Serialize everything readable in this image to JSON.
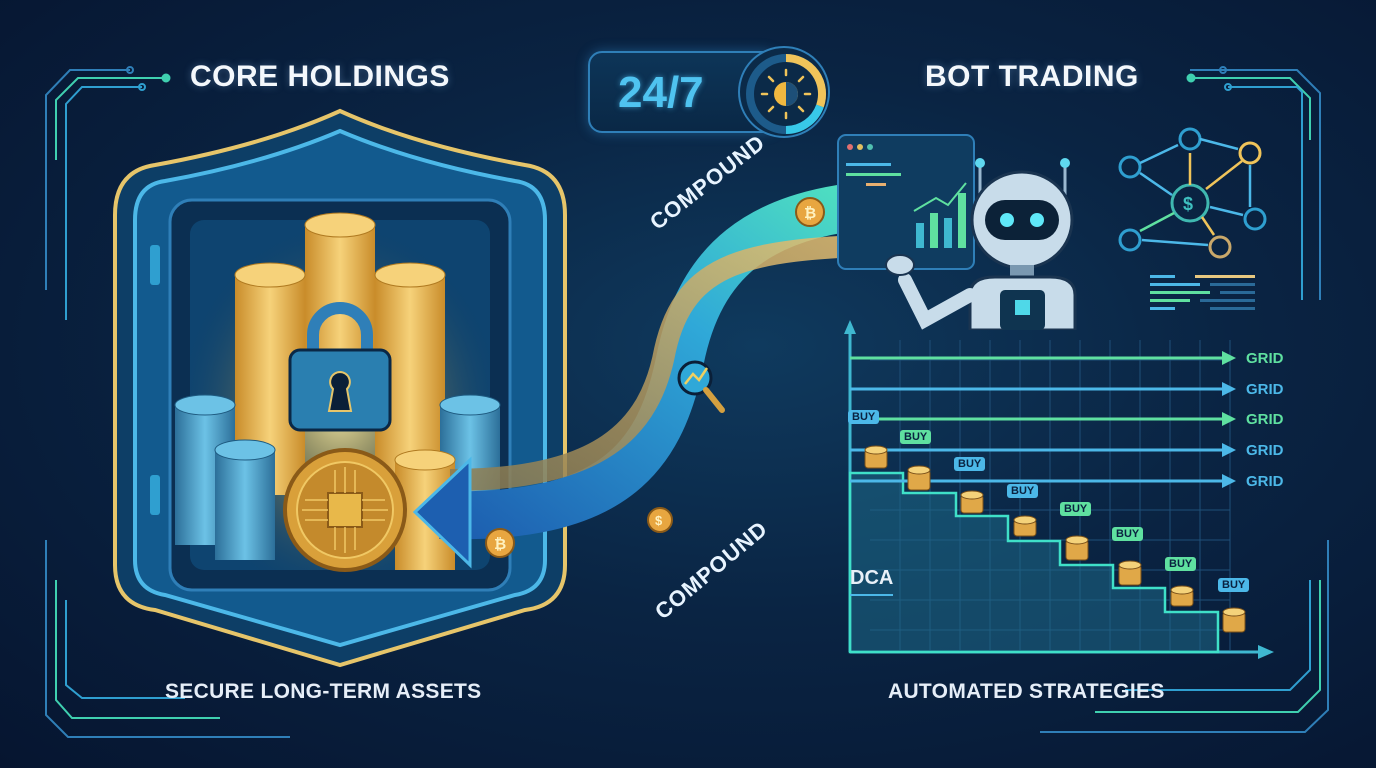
{
  "left_panel": {
    "title": "CORE HOLDINGS",
    "subtitle": "SECURE LONG-TERM ASSETS",
    "icons": [
      "vault-shield-icon",
      "padlock-icon",
      "coin-stack-icon",
      "chip-coin-icon"
    ]
  },
  "center": {
    "badge_text": "24/7",
    "badge_icon": "day-night-sun-icon",
    "flow_label_top": "COMPOUND",
    "flow_label_bottom": "COMPOUND",
    "flow_icons": [
      "bitcoin-coin-icon",
      "dollar-coin-icon",
      "magnifier-chart-icon",
      "card-icon"
    ]
  },
  "right_panel": {
    "title": "BOT TRADING",
    "subtitle": "AUTOMATED STRATEGIES",
    "icons": [
      "dashboard-window-icon",
      "robot-icon",
      "network-dollar-icon",
      "data-bars-icon"
    ],
    "grid_labels": [
      "GRID",
      "GRID",
      "GRID",
      "GRID",
      "GRID"
    ],
    "grid_colors": [
      "#5fe0a0",
      "#4cb8e8",
      "#5fe0a0",
      "#4cb8e8",
      "#4cb8e8"
    ],
    "dca_label": "DCA",
    "buy_labels": [
      "BUY",
      "BUY",
      "BUY",
      "BUY",
      "BUY",
      "BUY",
      "BUY",
      "BUY"
    ],
    "buy_colors": [
      "#4cb8e8",
      "#5fe0a0",
      "#4cb8e8",
      "#4cb8e8",
      "#5fe0a0",
      "#5fe0a0",
      "#5fe0a0",
      "#4cb8e8"
    ]
  },
  "colors": {
    "background": "#0a2443",
    "accent_cyan": "#4fc3f0",
    "accent_green": "#5fe0a0",
    "gold": "#e8b84a",
    "vault_blue": "#2f7fb8"
  }
}
